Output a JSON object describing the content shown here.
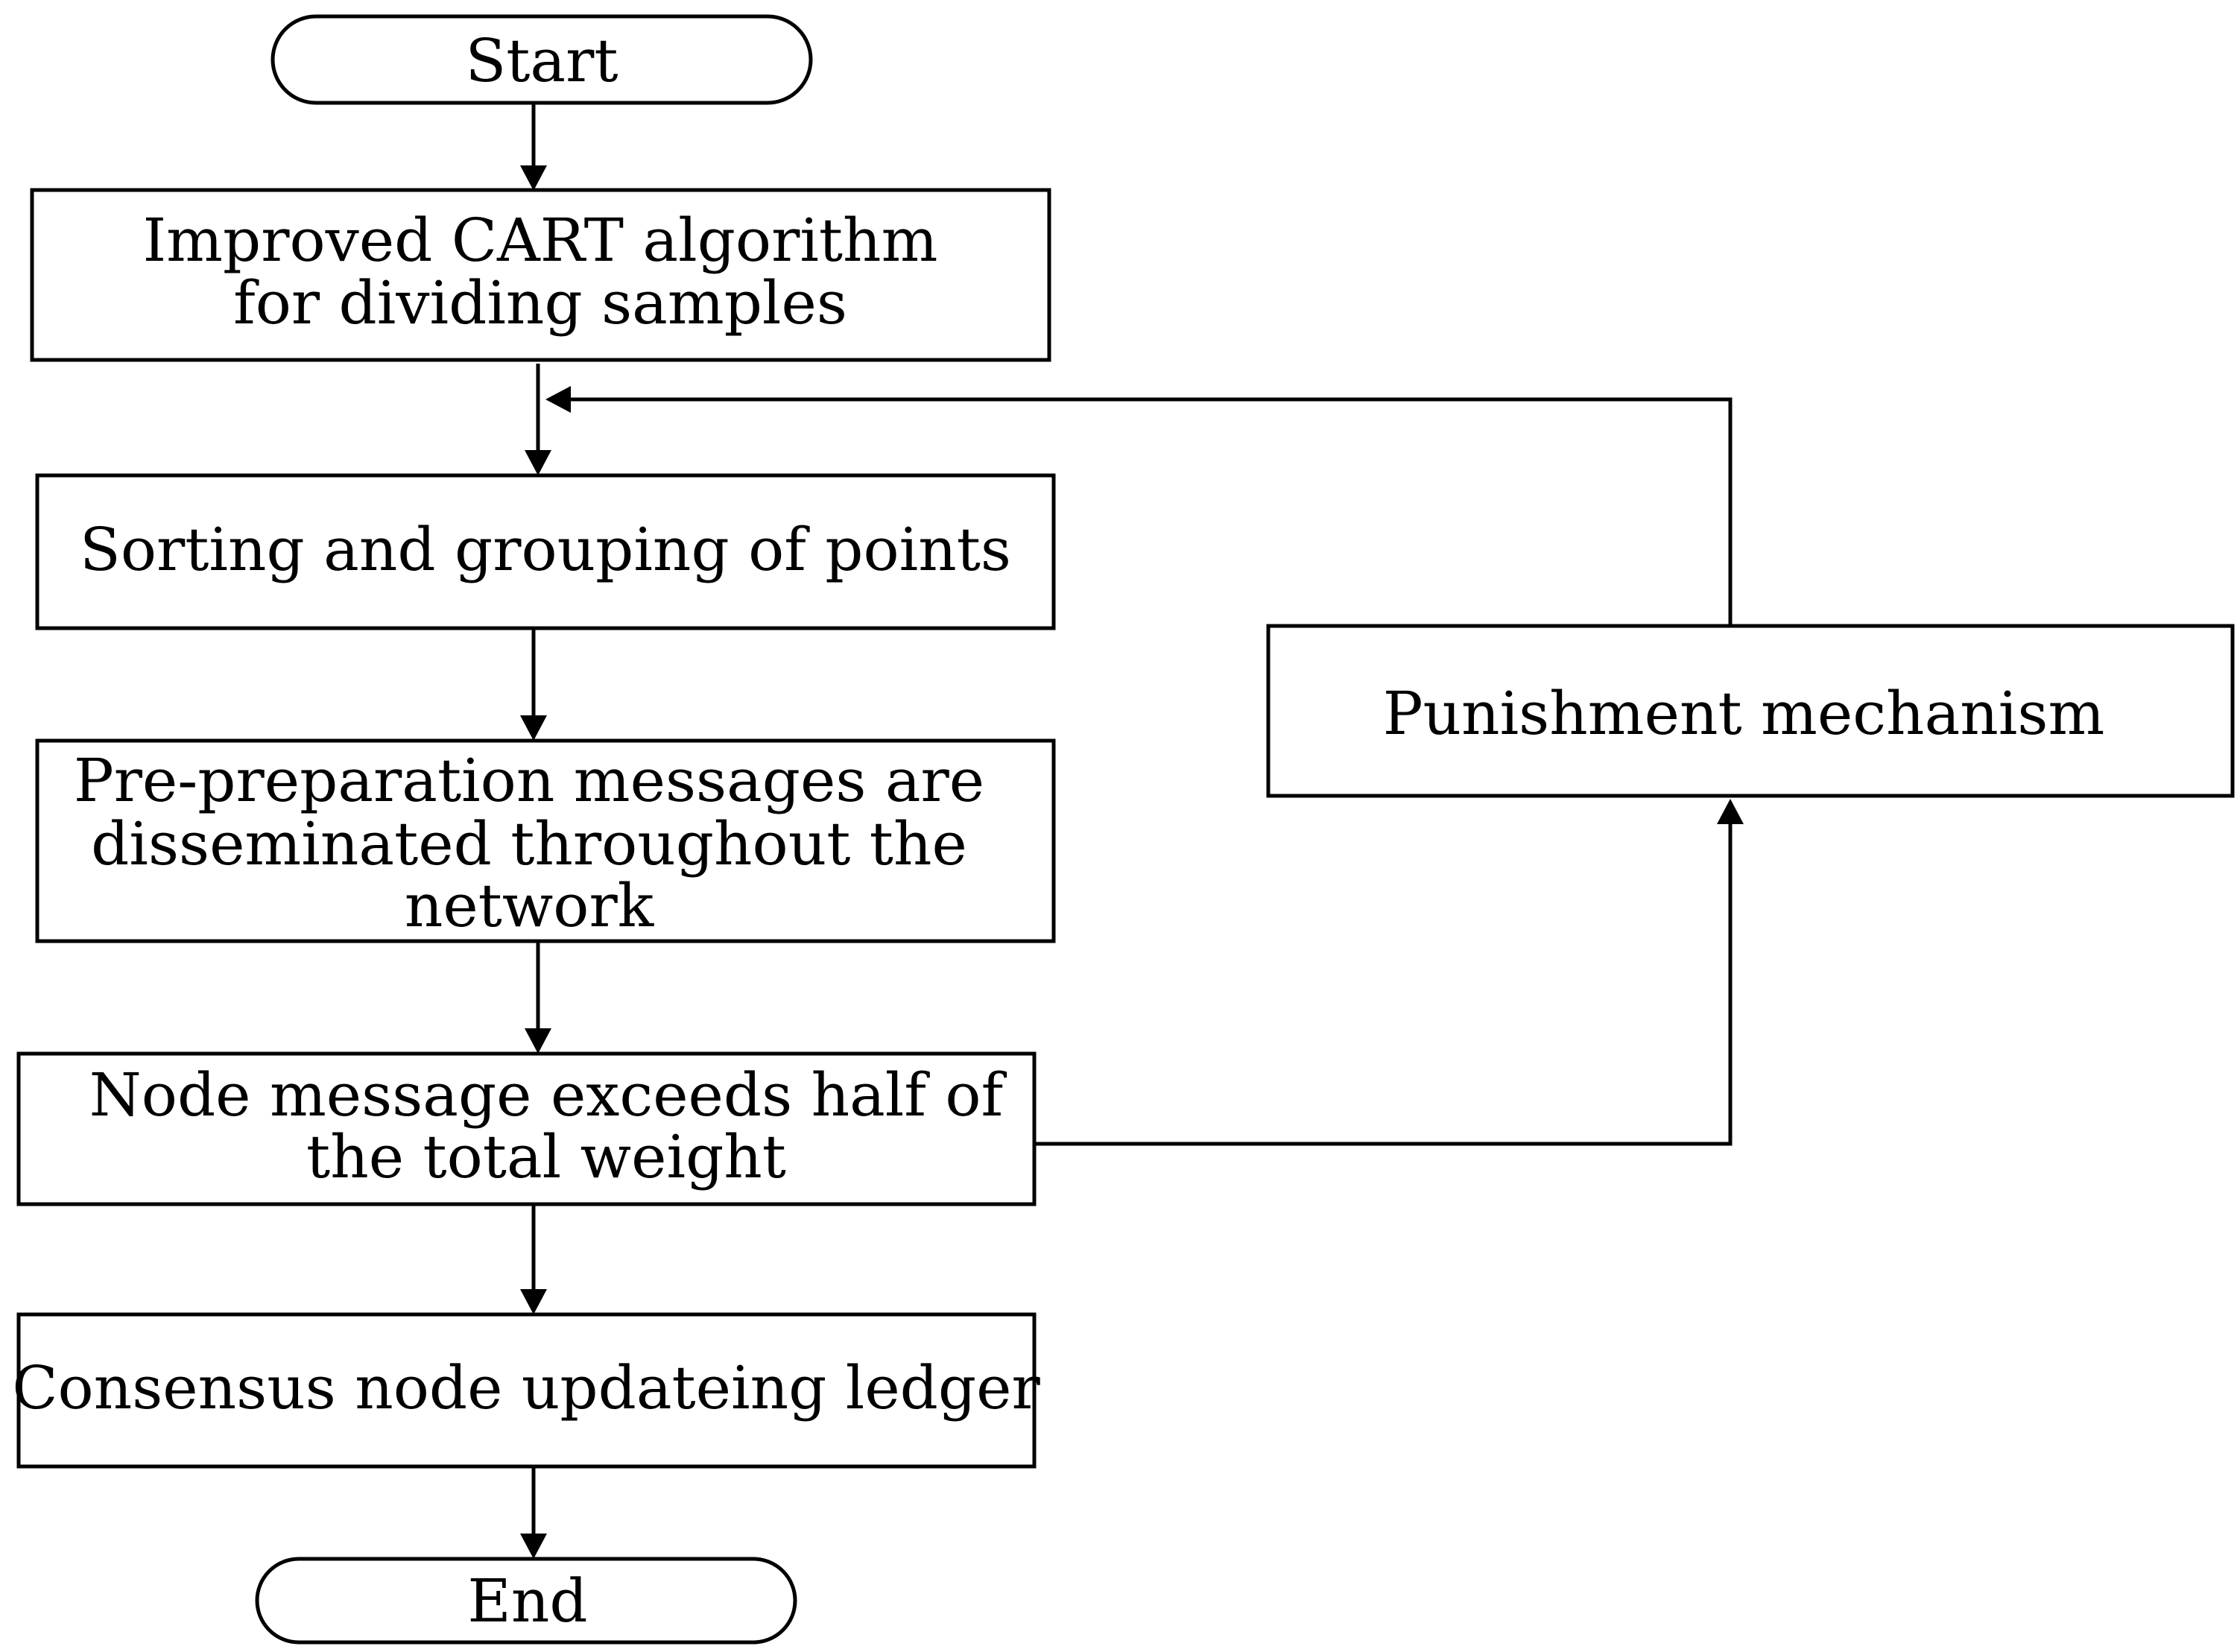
{
  "flowchart": {
    "nodes": {
      "start": {
        "lines": [
          "Start"
        ]
      },
      "cart": {
        "lines": [
          "Improved CART algorithm",
          "for dividing samples"
        ]
      },
      "sorting": {
        "lines": [
          "Sorting and grouping of points"
        ]
      },
      "preprep": {
        "lines": [
          "Pre-preparation messages are",
          "disseminated throughout the",
          "network"
        ]
      },
      "node_msg": {
        "lines": [
          "Node message exceeds half of",
          "the total weight"
        ]
      },
      "consensus": {
        "lines": [
          "Consensus node updateing ledger"
        ]
      },
      "end": {
        "lines": [
          "End"
        ]
      },
      "punish": {
        "lines": [
          "Punishment mechanism"
        ]
      }
    },
    "edges": [
      {
        "from": "start",
        "to": "cart"
      },
      {
        "from": "cart",
        "to": "sorting"
      },
      {
        "from": "sorting",
        "to": "preprep"
      },
      {
        "from": "preprep",
        "to": "node_msg"
      },
      {
        "from": "node_msg",
        "to": "consensus"
      },
      {
        "from": "consensus",
        "to": "end"
      },
      {
        "from": "node_msg",
        "to": "punish"
      },
      {
        "from": "punish",
        "to": "cart_sorting_edge"
      }
    ],
    "colors": {
      "stroke": "#000000",
      "background": "#ffffff"
    }
  }
}
